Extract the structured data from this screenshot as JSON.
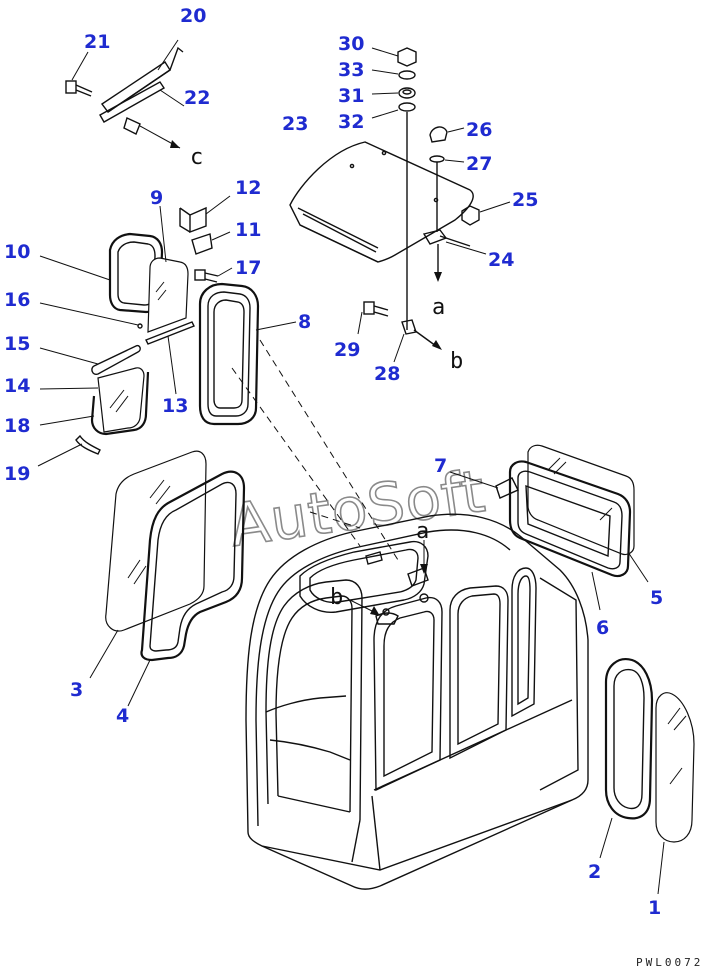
{
  "diagram": {
    "watermark": "AutoSoft",
    "code": "PWL0072",
    "labels": [
      {
        "id": "p1",
        "text": "1"
      },
      {
        "id": "p2",
        "text": "2"
      },
      {
        "id": "p3",
        "text": "3"
      },
      {
        "id": "p4",
        "text": "4"
      },
      {
        "id": "p5",
        "text": "5"
      },
      {
        "id": "p6",
        "text": "6"
      },
      {
        "id": "p7",
        "text": "7"
      },
      {
        "id": "p8",
        "text": "8"
      },
      {
        "id": "p9",
        "text": "9"
      },
      {
        "id": "p10",
        "text": "10"
      },
      {
        "id": "p11",
        "text": "11"
      },
      {
        "id": "p12",
        "text": "12"
      },
      {
        "id": "p13",
        "text": "13"
      },
      {
        "id": "p14",
        "text": "14"
      },
      {
        "id": "p15",
        "text": "15"
      },
      {
        "id": "p16",
        "text": "16"
      },
      {
        "id": "p17",
        "text": "17"
      },
      {
        "id": "p18",
        "text": "18"
      },
      {
        "id": "p19",
        "text": "19"
      },
      {
        "id": "p20",
        "text": "20"
      },
      {
        "id": "p21",
        "text": "21"
      },
      {
        "id": "p22",
        "text": "22"
      },
      {
        "id": "p23",
        "text": "23"
      },
      {
        "id": "p24",
        "text": "24"
      },
      {
        "id": "p25",
        "text": "25"
      },
      {
        "id": "p26",
        "text": "26"
      },
      {
        "id": "p27",
        "text": "27"
      },
      {
        "id": "p28",
        "text": "28"
      },
      {
        "id": "p29",
        "text": "29"
      },
      {
        "id": "p30",
        "text": "30"
      },
      {
        "id": "p31",
        "text": "31"
      },
      {
        "id": "p32",
        "text": "32"
      },
      {
        "id": "p33",
        "text": "33"
      }
    ],
    "refs": [
      {
        "id": "ref-a-top",
        "text": "a"
      },
      {
        "id": "ref-b-top",
        "text": "b"
      },
      {
        "id": "ref-c-top",
        "text": "c"
      },
      {
        "id": "ref-a-cab",
        "text": "a"
      },
      {
        "id": "ref-b-cab",
        "text": "b"
      }
    ]
  },
  "colors": {
    "label": "#1f2bd0",
    "line": "#111111",
    "watermark_stroke": "#8a8a8a"
  }
}
